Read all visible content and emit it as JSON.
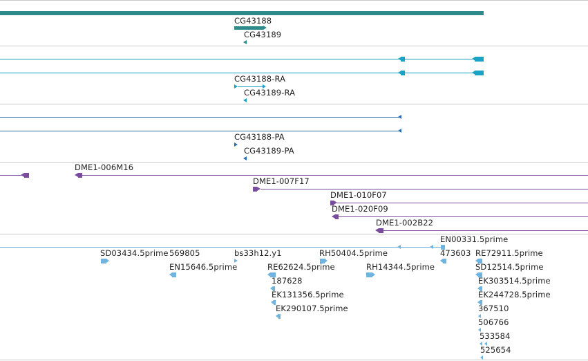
{
  "colors": {
    "gene": "#2e8b8b",
    "transcript": "#1aa3c4",
    "protein": "#2b6db0",
    "clone": "#7a4c9e",
    "est": "#6fb3e0"
  },
  "gene_track": {
    "labels": [
      "CG43188",
      "CG43189"
    ]
  },
  "transcript_track": {
    "labels": [
      "CG43188-RA",
      "CG43189-RA"
    ]
  },
  "protein_track": {
    "labels": [
      "CG43188-PA",
      "CG43189-PA"
    ]
  },
  "clone_track": {
    "labels": [
      "DME1-006M16",
      "DME1-007F17",
      "DME1-010F07",
      "DME1-020F09",
      "DME1-002B22"
    ]
  },
  "est_track": {
    "labels": [
      "EN00331.5prime",
      "SD03434.5prime",
      "569805",
      "bs33h12.y1",
      "RH50404.5prime",
      "473603",
      "RE72911.5prime",
      "EN15646.5prime",
      "RE62624.5prime",
      "RH14344.5prime",
      "SD12514.5prime",
      "187628",
      "EK303514.5prime",
      "EK131356.5prime",
      "EK244728.5prime",
      "EK290107.5prime",
      "367510",
      "506766",
      "533584",
      "525654"
    ]
  }
}
